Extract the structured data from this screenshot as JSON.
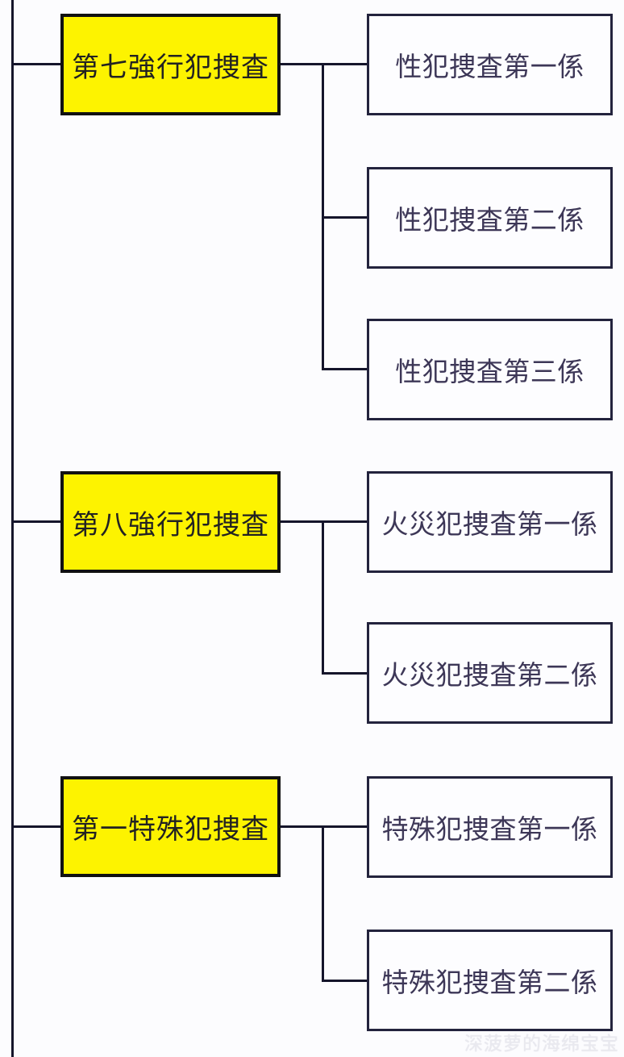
{
  "diagram": {
    "type": "org-chart",
    "groups": [
      {
        "parent": {
          "label": "第七強行犯捜査"
        },
        "children": [
          {
            "label": "性犯捜査第一係"
          },
          {
            "label": "性犯捜査第二係"
          },
          {
            "label": "性犯捜査第三係"
          }
        ]
      },
      {
        "parent": {
          "label": "第八強行犯捜査"
        },
        "children": [
          {
            "label": "火災犯捜査第一係"
          },
          {
            "label": "火災犯捜査第二係"
          }
        ]
      },
      {
        "parent": {
          "label": "第一特殊犯捜査"
        },
        "children": [
          {
            "label": "特殊犯捜査第一係"
          },
          {
            "label": "特殊犯捜査第二係"
          }
        ]
      }
    ],
    "colors": {
      "parent_fill": "#fdf300",
      "parent_border": "#111111",
      "parent_text": "#222222",
      "child_fill": "#fdfdff",
      "child_border": "#23233d",
      "child_text": "#3d3757",
      "line": "#15152b",
      "background": "#fcfcfe"
    },
    "watermark": {
      "text": "深菠萝的海绵宝宝"
    }
  }
}
